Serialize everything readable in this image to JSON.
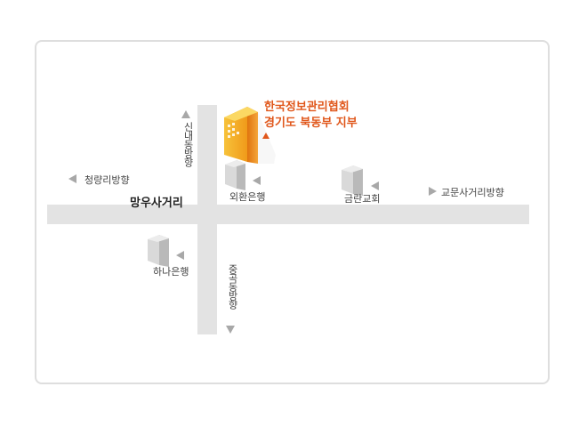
{
  "map": {
    "hq_name_line1": "한국정보관리협회",
    "hq_name_line2": "경기도 북동부 지부",
    "main_intersection": "망우사거리",
    "direction_north": "신내동방향",
    "direction_south": "중곡동방향",
    "direction_west": "청량리방향",
    "direction_east": "교문사거리방향",
    "landmark_kexim": "외환은행",
    "landmark_church": "금란교회",
    "landmark_hana": "하나은행"
  },
  "colors": {
    "accent": "#e0571b",
    "hq_building": "#f5a623",
    "road": "#e3e3e3",
    "arrow": "#a8a8a8",
    "building_gray": "#cfcfcf"
  },
  "icons": [
    "building-icon",
    "bank-building-icon",
    "arrow-left-icon",
    "arrow-right-icon",
    "arrow-up-icon",
    "arrow-down-icon"
  ]
}
